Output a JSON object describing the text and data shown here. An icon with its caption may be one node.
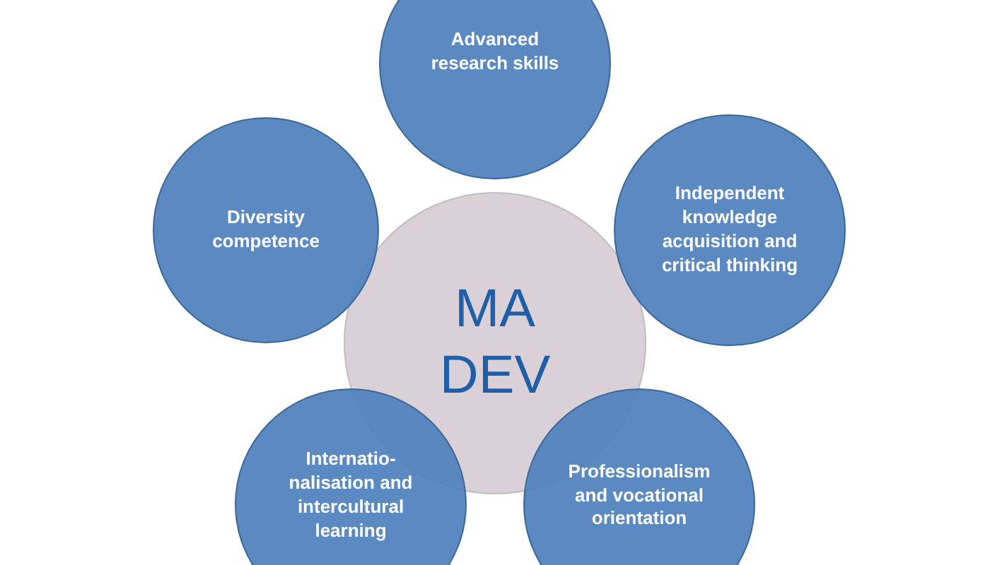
{
  "diagram": {
    "nodes": [
      {
        "text": [
          "Advanced research skills"
        ]
      },
      {
        "text": [
          "Diversity competence"
        ]
      },
      {
        "text": [
          "MA DEV"
        ]
      },
      {
        "text": [
          "Independent knowledge acquisition and critical thinking"
        ]
      },
      {
        "text": [
          "Internatio- nalisation and intercultural learning"
        ]
      },
      {
        "text": [
          "Professionalism and vocational orientation"
        ]
      }
    ]
  }
}
